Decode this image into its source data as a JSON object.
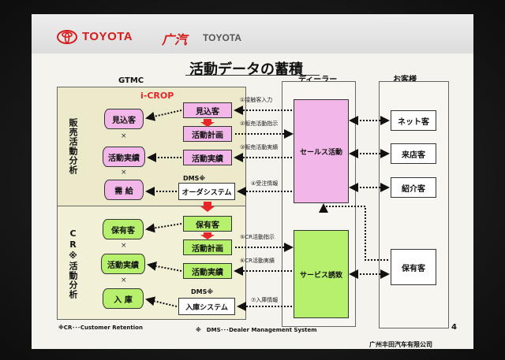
{
  "header": {
    "brand_left": "TOYOTA",
    "brand_gac": "广汽",
    "brand_right": "TOYOTA"
  },
  "slide": {
    "title": "活動データの蓄積",
    "page_number": "4",
    "footer_org": "广州丰田汽车有限公司"
  },
  "columns": {
    "gtmc": "GTMC",
    "dealer": "ディーラー",
    "customer": "お客様"
  },
  "icrop": "i-CROP",
  "side_labels": {
    "sales": "販売活動分析",
    "cr": "CR※活動分析"
  },
  "db": {
    "mikomi": "見込客",
    "katsudo_jisseki": "活動実績",
    "juyo": "需 給",
    "hoyu": "保有客",
    "katsudo_jisseki2": "活動実績",
    "nyuko": "入 庫"
  },
  "mult": "×",
  "gtmc_boxes": {
    "mikomi": "見込客",
    "keikaku": "活動計画",
    "jisseki": "活動実績",
    "dms_note": "DMS※",
    "order": "オーダシステム",
    "hoyu": "保有客",
    "keikaku2": "活動計画",
    "jisseki2": "活動実績",
    "dms_note2": "DMS※",
    "nyuko_sys": "入庫システム"
  },
  "flows": {
    "f1": "①接触客入力",
    "f2": "②販売活動指示",
    "f3": "③販売活動実績",
    "f4": "④受注情報",
    "f5": "⑤CR活動指示",
    "f6": "⑥CR活動実績",
    "f7": "⑦入庫情報"
  },
  "dealer": {
    "sales": "セールス活動",
    "service": "サービス誘致"
  },
  "customers": {
    "net": "ネット客",
    "visit": "来店客",
    "intro": "紹介客",
    "owner": "保有客"
  },
  "footnotes": {
    "cr": "※CR･･･Customer Retention",
    "dms": "※　DMS･･･Dealer Management System"
  }
}
